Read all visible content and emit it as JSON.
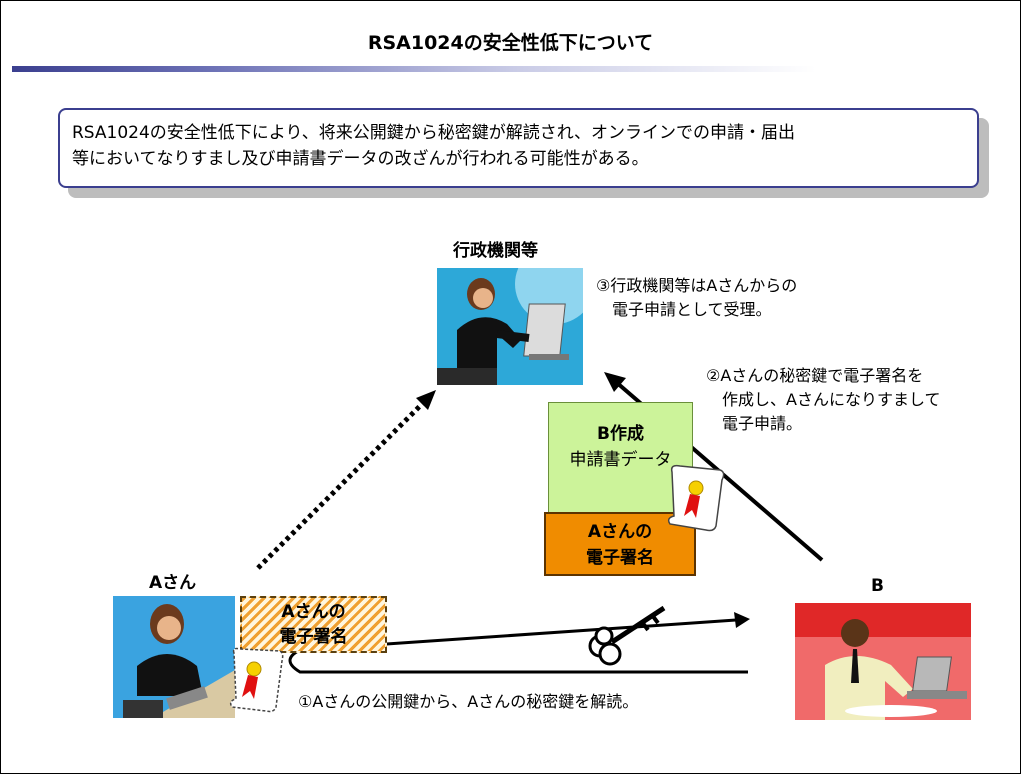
{
  "title": "RSA1024の安全性低下について",
  "callout": {
    "line1": "RSA1024の安全性低下により、将来公開鍵から秘密鍵が解読され、オンラインでの申請・届出",
    "line2": "等においてなりすまし及び申請書データの改ざんが行われる可能性がある。"
  },
  "nodes": {
    "gov": {
      "label": "行政機関等"
    },
    "a": {
      "label": "Aさん"
    },
    "b": {
      "label": "B"
    }
  },
  "notes": {
    "step1": "①Aさんの公開鍵から、Aさんの秘密鍵を解読。",
    "step2": "②Aさんの秘密鍵で電子署名を\n　作成し、Aさんになりすまして\n　電子申請。",
    "step3": "③行政機関等はAさんからの\n　電子申請として受理。"
  },
  "boxes": {
    "green_line1": "B作成",
    "green_line2": "申請書データ",
    "orange_line1": "Aさんの",
    "orange_line2": "電子署名",
    "hatched_line1": "Aさんの",
    "hatched_line2": "電子署名"
  },
  "colors": {
    "accent": "#3b3f8f",
    "green_note": "#ccf39a",
    "orange_box": "#f08c00",
    "gov_bg": "#2da8d8",
    "a_bg": "#3aa3e0",
    "b_bg": "#e02828"
  },
  "icons": [
    "office-worker-icon",
    "key-icon",
    "certificate-icon",
    "businessman-icon"
  ]
}
